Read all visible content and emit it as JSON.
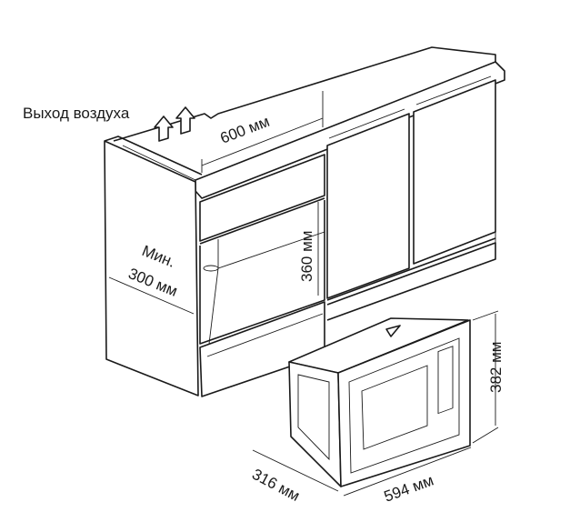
{
  "labels": {
    "air_outlet": "Выход воздуха",
    "niche_width": "600 мм",
    "niche_height": "360 мм",
    "min_label": "Мин.",
    "min_depth": "300 мм",
    "mw_height": "382 мм",
    "mw_depth": "316 мм",
    "mw_width": "594 мм"
  }
}
